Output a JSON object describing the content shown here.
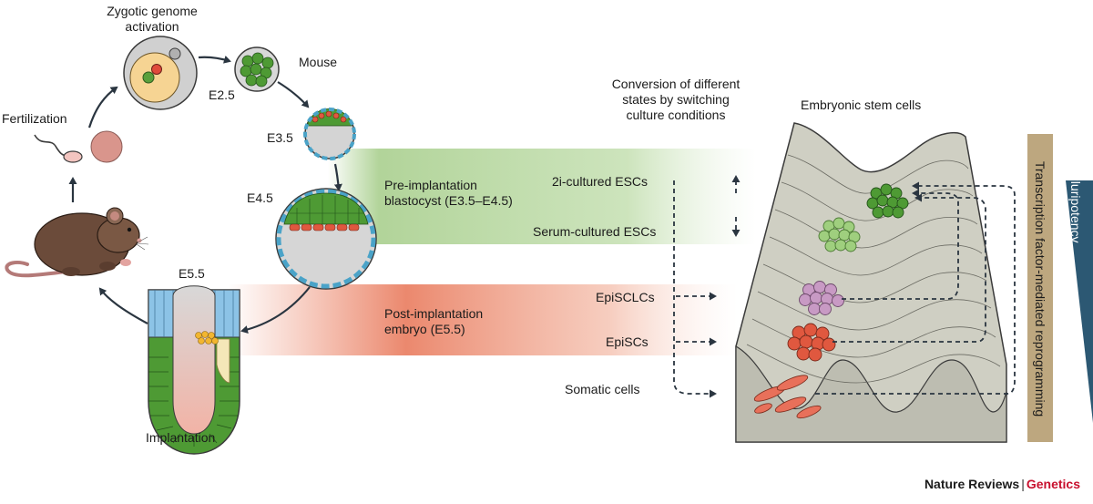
{
  "labels": {
    "zygotic": [
      "Zygotic genome",
      "activation"
    ],
    "mouse": "Mouse",
    "fertilization": "Fertilization",
    "e25": "E2.5",
    "e35": "E3.5",
    "e45": "E4.5",
    "e55": "E5.5",
    "implantation": "Implantation",
    "conversion": [
      "Conversion of different",
      "states by switching",
      "culture conditions"
    ],
    "pre_implantation": [
      "Pre-implantation",
      "blastocyst (E3.5–E4.5)"
    ],
    "post_implantation": [
      "Post-implantation",
      "embryo (E5.5)"
    ],
    "esc_2i": "2i-cultured ESCs",
    "esc_serum": "Serum-cultured ESCs",
    "episclcs": "EpiSCLCs",
    "episcs": "EpiSCs",
    "somatic": "Somatic cells",
    "embryonic_stem_cells": "Embryonic stem cells",
    "pluripotency": "Pluripotency",
    "reprogramming": "Transcription factor-mediated reprogramming"
  },
  "footer": {
    "publisher": "Nature Reviews",
    "separator": "|",
    "journal": "Genetics"
  },
  "colors": {
    "green_band": "#a9cf8e",
    "red_band": "#ec8a6e",
    "landscape": "#cfcfc3",
    "arrow": "#2a3540",
    "pluripotency_wedge": "#2c5873",
    "reprogramming_bar": "#bda77f",
    "cell_green": "#5aa03c",
    "cell_light_green": "#9fcf7e",
    "cell_purple": "#c89ac4",
    "cell_red": "#e0583f",
    "journal_red": "#c8102e"
  }
}
